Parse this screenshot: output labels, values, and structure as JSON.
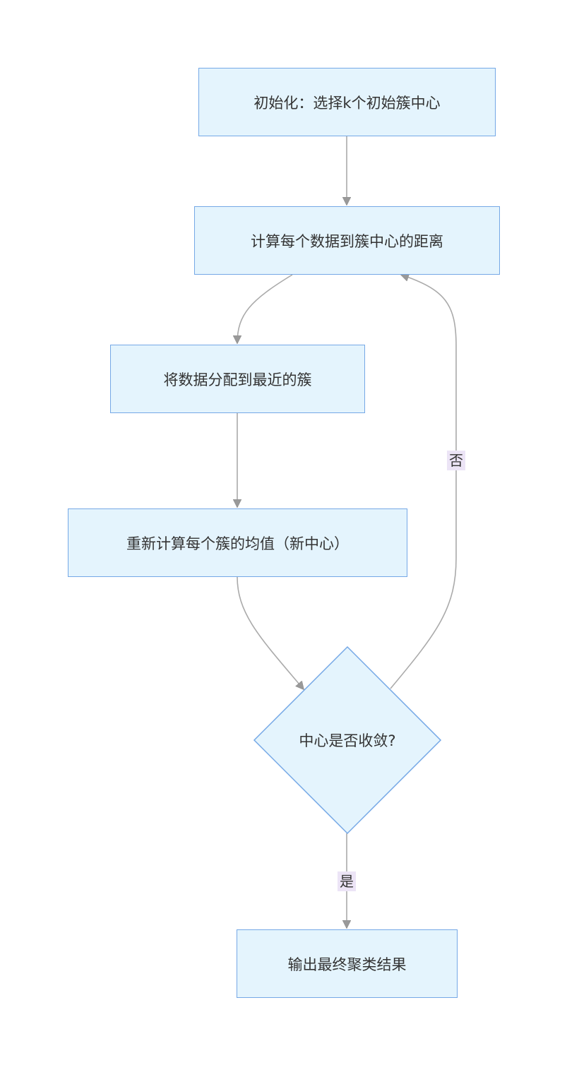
{
  "nodes": {
    "init": "初始化：选择k个初始簇中心",
    "compute_distance": "计算每个数据到簇中心的距离",
    "assign": "将数据分配到最近的簇",
    "recompute_mean": "重新计算每个簇的均值（新中心）",
    "converged": "中心是否收敛?",
    "output": "输出最终聚类结果"
  },
  "edge_labels": {
    "no": "否",
    "yes": "是"
  },
  "colors": {
    "node_fill": "#e4f4fd",
    "node_border": "#75a8e6",
    "edge": "#aaaaaa",
    "arrow_fill": "#999999",
    "label_bg": "#ece4f6",
    "text": "#333333"
  }
}
